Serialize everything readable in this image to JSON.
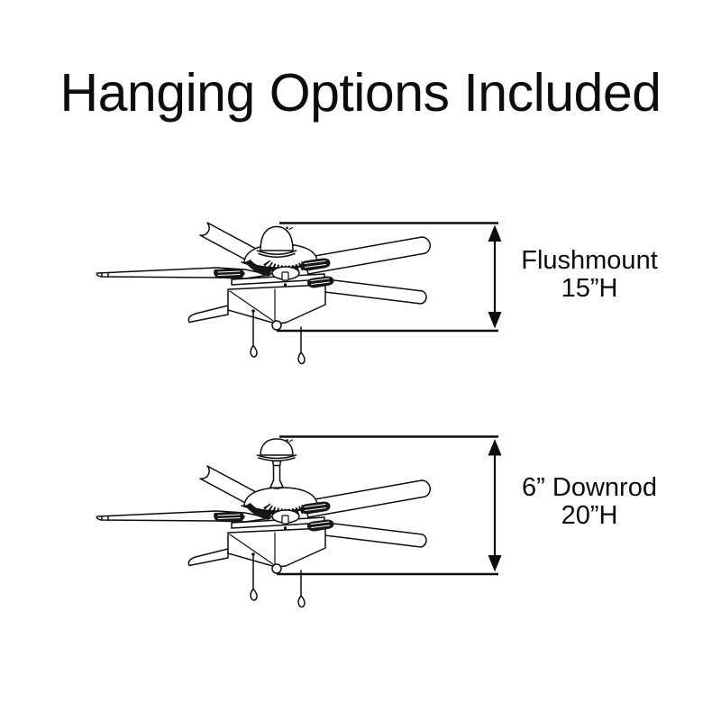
{
  "title": "Hanging Options Included",
  "options": [
    {
      "id": "flushmount",
      "mount": "Flushmount",
      "height": "15”H"
    },
    {
      "id": "downrod",
      "mount": "6” Downrod",
      "height": "20”H"
    }
  ],
  "colors": {
    "line": "#0d0d0d",
    "background": "#ffffff",
    "blade_fill": "#ffffff",
    "iron_fill": "#161616"
  }
}
